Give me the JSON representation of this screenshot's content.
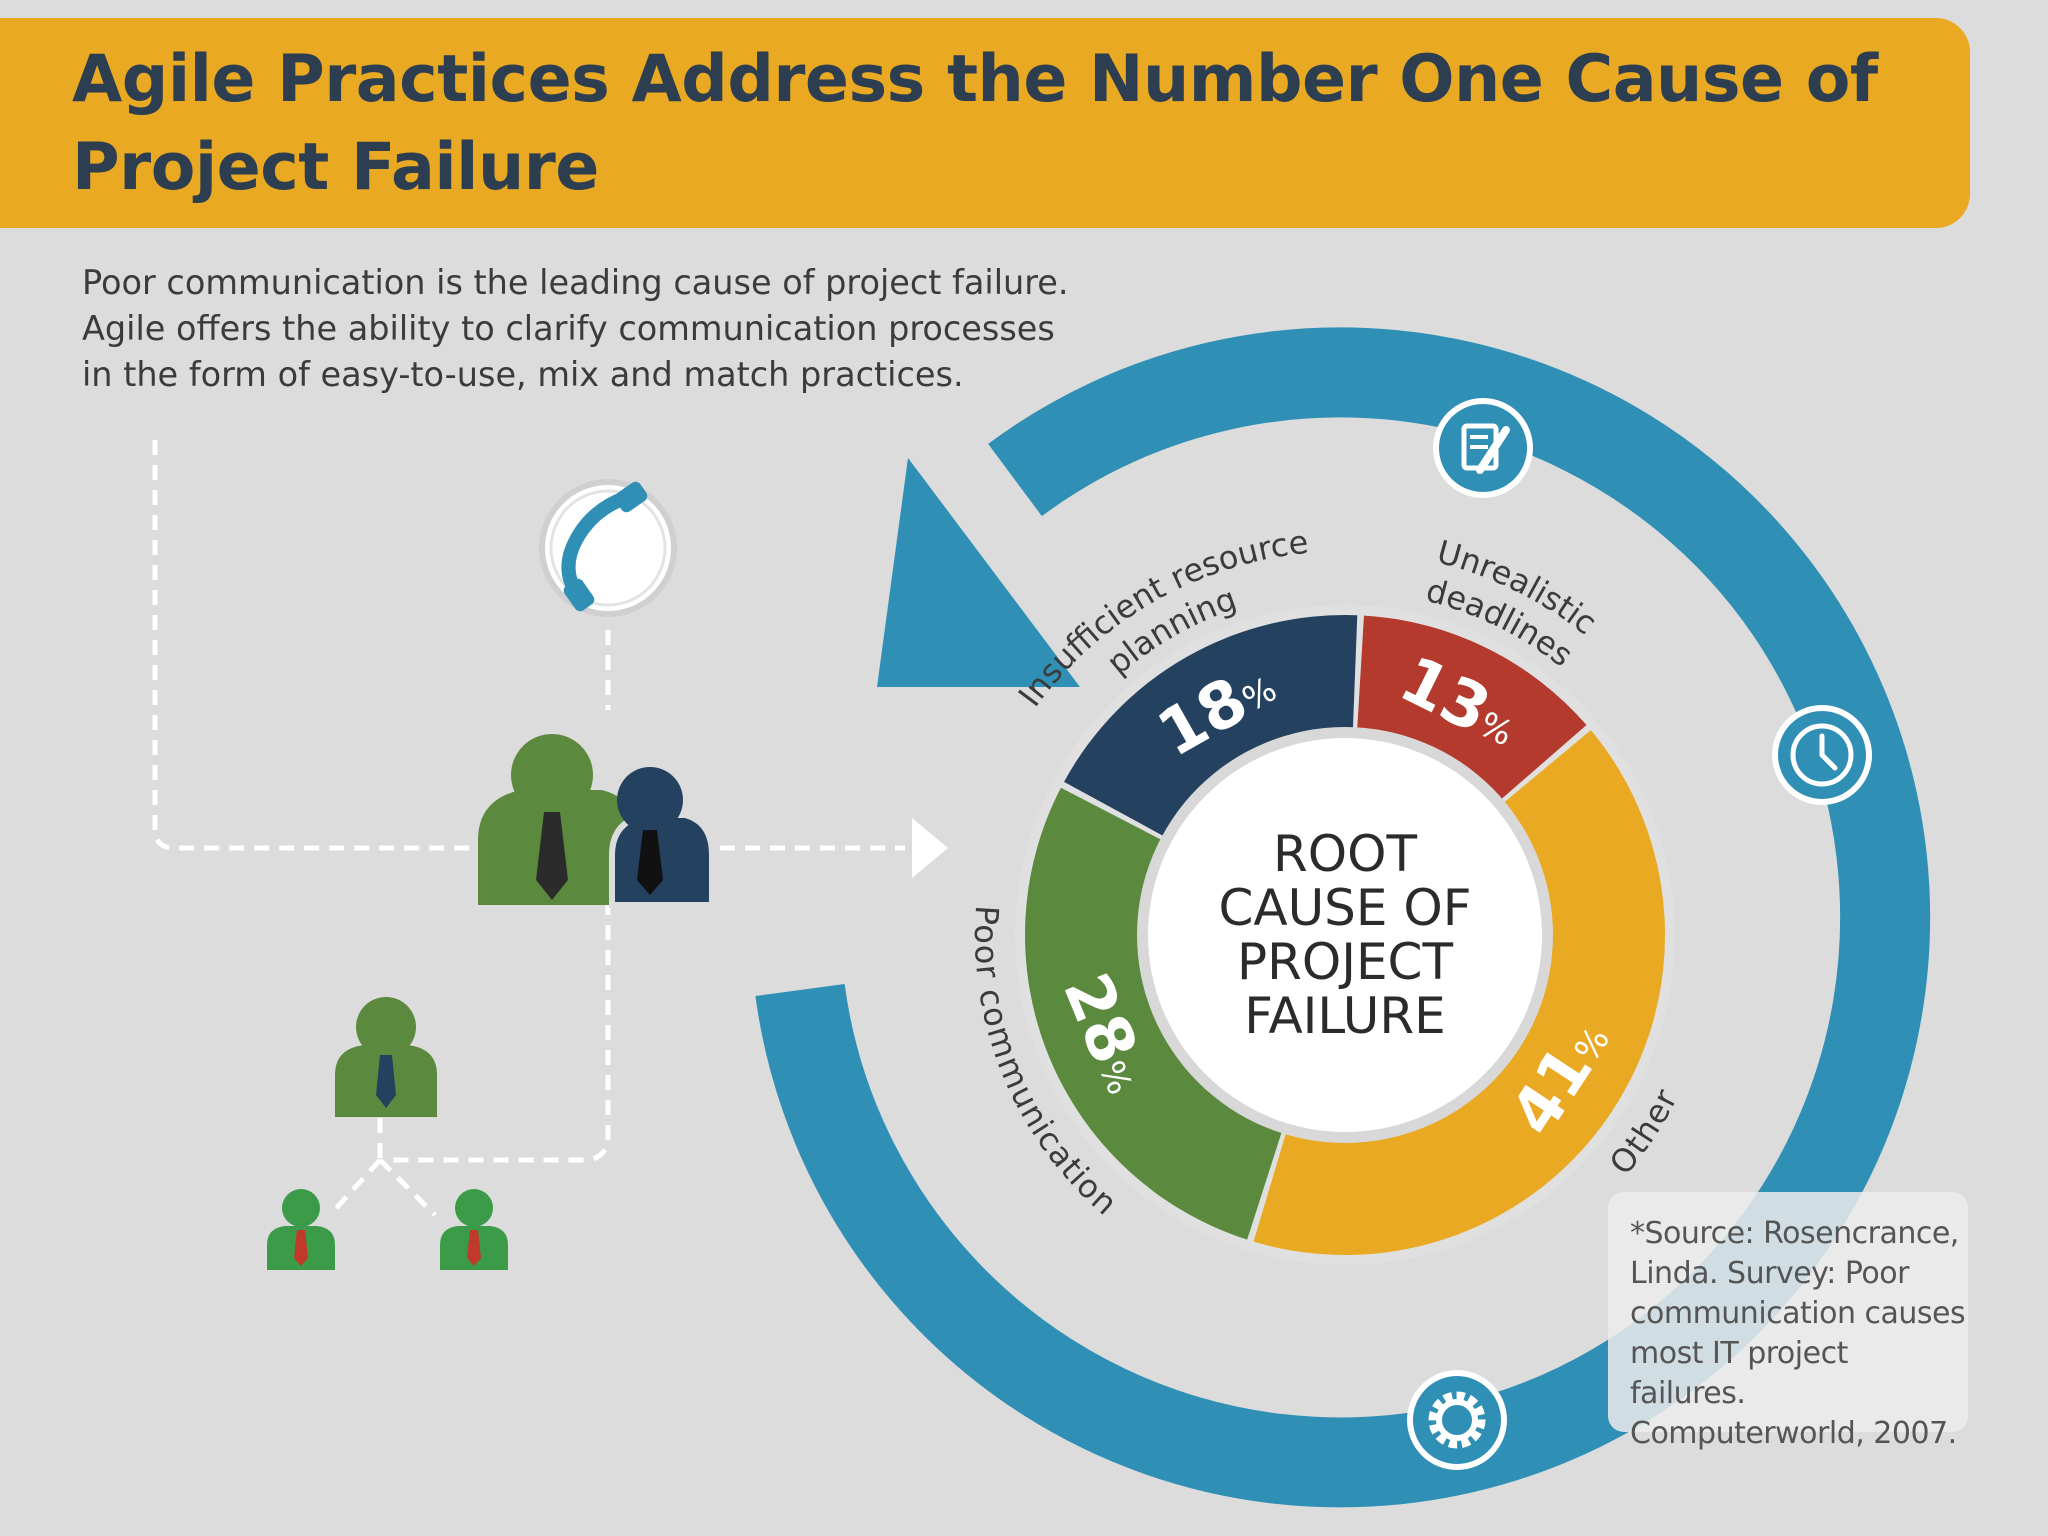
{
  "header": {
    "title": "Agile Practices Address the Number One Cause of Project Failure"
  },
  "intro": {
    "text": "Poor communication is the leading cause of project failure.\nAgile offers the ability to clarify communication processes\nin the form of easy-to-use, mix and match practices."
  },
  "chart_data": {
    "type": "pie",
    "title": "",
    "center_label": [
      "ROOT",
      "CAUSE OF",
      "PROJECT",
      "FAILURE"
    ],
    "slices": [
      {
        "name": "Insufficient resource planning",
        "value": 18,
        "color": "#24415f"
      },
      {
        "name": "Unrealistic deadlines",
        "value": 13,
        "color": "#b33a2c"
      },
      {
        "name": "Other",
        "value": 41,
        "color": "#e9a923"
      },
      {
        "name": "Poor communication",
        "value": 28,
        "color": "#5b8a3e"
      }
    ],
    "unit": "%",
    "slice_label_lines": {
      "Insufficient resource planning": [
        "Insufficient resource",
        "planning"
      ],
      "Unrealistic deadlines": [
        "Unrealistic",
        "deadlines"
      ],
      "Other": [
        "Other"
      ],
      "Poor communication": [
        "Poor communication"
      ]
    }
  },
  "cycle_icons": [
    "document-pencil-icon",
    "clock-icon",
    "gear-icon"
  ],
  "people_icons": [
    "phone-icon",
    "manager-person-icon",
    "colleague-person-icon",
    "team-lead-person-icon",
    "team-member-left-icon",
    "team-member-right-icon"
  ],
  "colors": {
    "banner": "#e9a923",
    "title": "#2c3e50",
    "cycle_arrow": "#2f8fb5",
    "people_green": "#5b8a3e",
    "people_navy": "#24415f"
  },
  "source": {
    "text": "*Source: Rosencrance,\nLinda. Survey: Poor\ncommunication causes\nmost IT project failures.\nComputerworld, 2007."
  }
}
